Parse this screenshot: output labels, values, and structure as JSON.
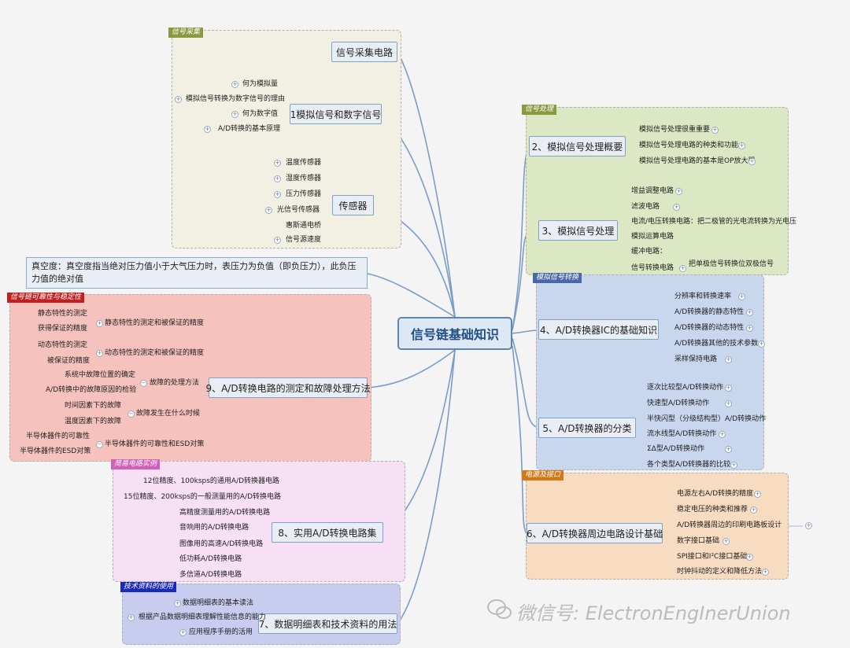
{
  "central": "信号链基础知识",
  "note": "真空度：真空度指当绝对压力值小于大气压力时，表压力为负值（即负压力），此负压力值的绝对值",
  "groups": {
    "signal_acq": {
      "tag": "信号采集",
      "tag_color": "#8a9a40",
      "bg": "#f1f0e2"
    },
    "analog_proc": {
      "tag": "信号处理",
      "tag_color": "#8a9a40",
      "bg": "#dce8c4"
    },
    "ad_conv": {
      "tag": "模拟信号转换",
      "tag_color": "#4a68a8",
      "bg": "#c8d6ee"
    },
    "periph": {
      "tag": "电源及接口",
      "tag_color": "#d07a1a",
      "bg": "#f8dcc2"
    },
    "reliab": {
      "tag": "信号链可靠性与稳定性",
      "tag_color": "#c02020",
      "bg": "#f6c2bd"
    },
    "circuits": {
      "tag": "简易电路实例",
      "tag_color": "#d060b8",
      "bg": "#f7e0f4"
    },
    "docs": {
      "tag": "技术资料的使用",
      "tag_color": "#1a2ab8",
      "bg": "#c8ccee"
    }
  },
  "topics": {
    "t_acq": "信号采集电路",
    "t1": "1模拟信号和数字信号",
    "t_sensor": "传感器",
    "t2": "2、模拟信号处理概要",
    "t3": "3、模拟信号处理",
    "t4": "4、A/D转换器IC的基础知识",
    "t5": "5、A/D转换器的分类",
    "t6": "6、A/D转换器周边电路设计基础",
    "t9": "9、A/D转换电路的测定和故障处理方法",
    "t8": "8、实用A/D转换电路集",
    "t7": "7、数据明细表和技术资料的用法"
  },
  "leaves": {
    "t1": [
      "何为模拟量",
      "模拟信号转换为数字信号的理由",
      "何为数字值",
      "A/D转换的基本原理"
    ],
    "t_sensor": [
      "温度传感器",
      "湿度传感器",
      "压力传感器",
      "光信号传感器",
      "惠斯通电桥",
      "信号源速度"
    ],
    "t2": [
      "模拟信号处理很重重要",
      "模拟信号处理电路的种类和功能",
      "模拟信号处理电路的基本是OP放大器"
    ],
    "t3": [
      "增益调整电路",
      "滤波电路",
      "电流/电压转换电路：把二极管的光电流转换为光电压",
      "模拟运算电路",
      "缓冲电路：",
      "信号转换电路"
    ],
    "t3_sub": "把单极信号转换位双极信号",
    "t4": [
      "分辨率和转换速率",
      "A/D转换器的静态特性",
      "A/D转换器的动态特性",
      "A/D转换器其他的技术参数",
      "采样保持电路"
    ],
    "t5": [
      "逐次比较型A/D转换动作",
      "快速型A/D转换动作",
      "半快闪型（分级结构型）A/D转换动作",
      "流水线型A/D转换动作",
      "ΣΔ型A/D转换动作",
      "各个类型A/D转换器的比较"
    ],
    "t6": [
      "电源左右A/D转换的精度",
      "稳定电压的种类和推荐",
      "A/D转换器周边的印刷电路板设计",
      "数字接口基础",
      "SPI接口和I²C接口基础",
      "时钟抖动的定义和降低方法"
    ],
    "t9_mid": [
      "静态特性的测定和被保证的精度",
      "动态特性的测定和被保证的精度",
      "故障的处理方法",
      "故障发生在什么时候",
      "半导体器件的可靠性和ESD对策"
    ],
    "t9_out": [
      "静态特性的测定",
      "获得保证的精度",
      "动态特性的测定",
      "被保证的精度",
      "系统中故障位置的确定",
      "A/D转换中的故障原因的检验",
      "时间因素下的故障",
      "温度因素下的故障",
      "半导体器件的可靠性",
      "半导体器件的ESD对策"
    ],
    "t8": [
      "12位精度、100ksps的通用A/D转换器电路",
      "15位精度、200ksps的一般测量用的A/D转换电路",
      "高精度测量用的A/D转换电路",
      "音响用的A/D转换电路",
      "图像用的高速A/D转换电路",
      "低功耗A/D转换电路",
      "多信道A/D转换电路"
    ],
    "t7": [
      "数据明细表的基本读法",
      "根据产品数据明细表理解性能信息的能力",
      "应用程序手册的活用"
    ]
  },
  "watermark": "微信号: ElectronEngInerUnion"
}
